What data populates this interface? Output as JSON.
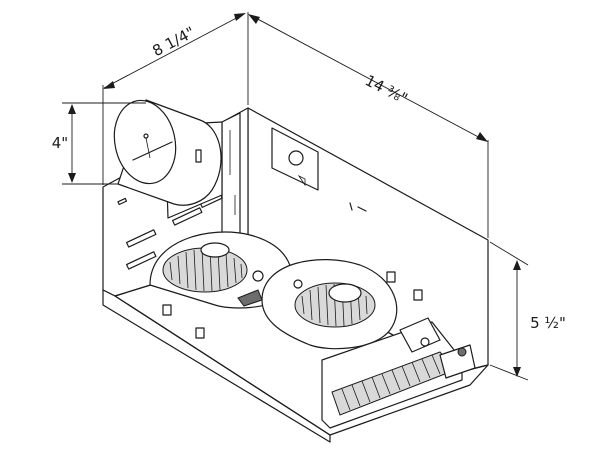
{
  "dimensions": {
    "length": "14 ⅜\"",
    "depth": "8 1/4\"",
    "duct_diameter": "4\"",
    "height": "5 ½\""
  }
}
